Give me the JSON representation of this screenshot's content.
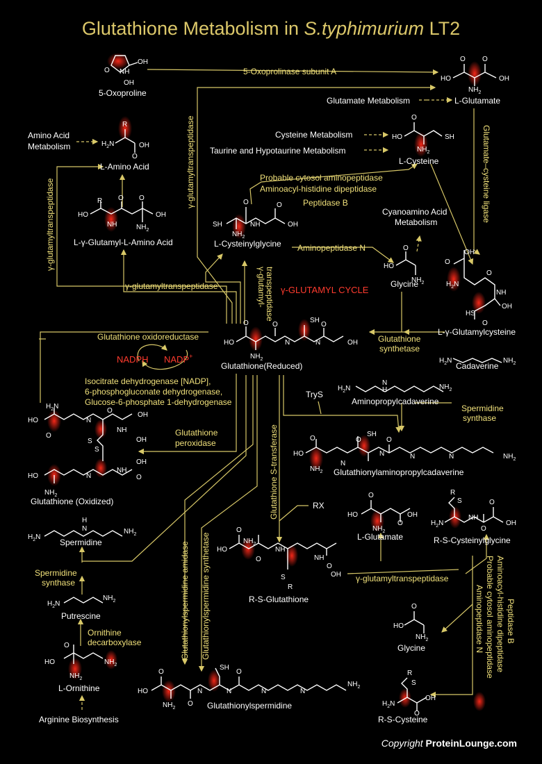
{
  "title": {
    "main": "Glutathione Metabolism in ",
    "organism": "S.typhimurium",
    "strain": " LT2"
  },
  "copyright": {
    "prefix": "Copyright",
    "brand": "ProteinLounge.com"
  },
  "center": {
    "cycle": "γ-GLUTAMYL CYCLE",
    "nadph": "NADPH",
    "nadp": "NADP",
    "nadp_sup": "+"
  },
  "compounds": {
    "oxoproline": "5-Oxoproline",
    "glutamate_top": "L-Glutamate",
    "cysteine": "L-Cysteine",
    "amino_acid": "L-Amino Acid",
    "glu_amino_acid": "L-γ-Glutamyl-L-Amino Acid",
    "cysgly": "L-Cysteinylglycine",
    "glycine": "Glycine",
    "glu_cys": "L-γ-Glutamylcysteine",
    "gsh": "Glutathione(Reduced)",
    "gssg": "Glutathione (Oxidized)",
    "cadaverine": "Cadaverine",
    "apcad": "Aminopropylcadaverine",
    "gs_apcad": "Glutathionylaminopropylcadaverine",
    "spermidine": "Spermidine",
    "putrescine": "Putrescine",
    "ornithine": "L-Ornithine",
    "gs_spd": "Glutathionylspermidine",
    "rsg": "R-S-Glutathione",
    "glutamate_bottom": "L-Glutamate",
    "rscysgly": "R-S-Cysteinylglycine",
    "glycine_bottom": "Glycine",
    "rscys": "R-S-Cysteine",
    "trys": "TryS",
    "rx": "RX"
  },
  "pathways": {
    "glutamate_metabolism": "Glutamate Metabolism",
    "cysteine_metabolism": "Cysteine Metabolism",
    "taurine_metabolism": "Taurine and Hypotaurine Metabolism",
    "amino_acid_metabolism_1": "Amino Acid",
    "amino_acid_metabolism_2": "Metabolism",
    "cyanoamino_1": "Cyanoamino Acid",
    "cyanoamino_2": "Metabolism",
    "arginine": "Arginine Biosynthesis"
  },
  "enzymes": {
    "oxoprolinase": "5-Oxoprolinase subunit A",
    "gcl": "Glutamate–cysteine ligase",
    "ggt": "γ-glutamyltranspeptidase",
    "ggt_split_1": "γ-glutamyl-",
    "ggt_split_2": "transpeptidase",
    "aminopep_1": "Probable cytosol aminopeptidase",
    "aminopep_2": "Aminoacyl-histidine dipeptidase",
    "aminopep_3": "Peptidase B",
    "aminopep_n": "Aminopeptidase N",
    "gs_synthetase_1": "Glutathione",
    "gs_synthetase_2": "synthetase",
    "gor": "Glutathione oxidoreductase",
    "nadp_enz_1": "Isocitrate dehydrogenase [NADP],",
    "nadp_enz_2": "6-phosphogluconate dehydrogenase,",
    "nadp_enz_3": "Glucose-6-phosphate 1-dehydrogenase",
    "gpx_1": "Glutathione",
    "gpx_2": "peroxidase",
    "spd_synthase_1": "Spermidine",
    "spd_synthase_2": "synthase",
    "gst": "Glutathione S-transferase",
    "gsp_amidase": "Glutathionylspermidine amidase",
    "gsp_synthetase": "Glutathionylspermidine synthetase",
    "orn_decarb_1": "Ornithine",
    "orn_decarb_2": "decarboxylase",
    "br_apn": "Aminopeptidase N",
    "br_pca": "Probable cytosol aminopeptidase",
    "br_ahd": "Aminoacyl-histidine dipeptidase",
    "br_pepb": "Peptidase B"
  },
  "colors": {
    "background": "#000000",
    "title": "#dcc86a",
    "enzyme_text": "#f0e07a",
    "arrow": "#d8c868",
    "highlight": "#ff3b2e",
    "bond": "#ffffff"
  }
}
